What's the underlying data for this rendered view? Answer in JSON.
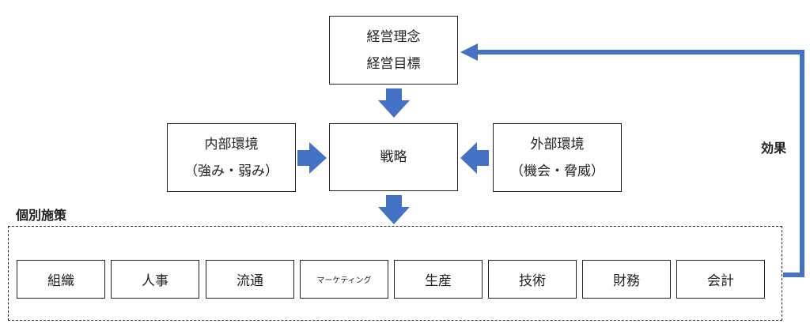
{
  "top_box": {
    "line1": "経営理念",
    "line2": "経営目標"
  },
  "strategy_box": {
    "label": "戦略"
  },
  "internal_box": {
    "line1": "内部環境",
    "line2": "（強み・弱み）"
  },
  "external_box": {
    "line1": "外部環境",
    "line2": "（機会・脅威）"
  },
  "measures_label": "個別施策",
  "effect_label": "効果",
  "departments": [
    "組織",
    "人事",
    "流通",
    "マーケティング",
    "生産",
    "技術",
    "財務",
    "会計"
  ],
  "colors": {
    "arrow": "#4472c4",
    "border": "#222222"
  }
}
